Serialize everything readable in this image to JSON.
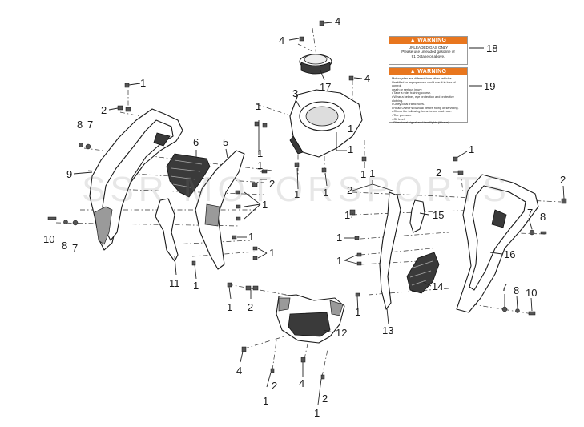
{
  "watermark": "SSR MOTORSPORTS",
  "warning_label_18": {
    "header": "▲ WARNING",
    "lines": [
      "UNLEADED GAS ONLY",
      "Please use unleaded gasoline of",
      "91 Octane or above."
    ]
  },
  "warning_label_19": {
    "header": "▲ WARNING",
    "lines": [
      "Motorcycles are different from other vehicles.",
      "Unskilled or improper use could result in loss of control,",
      "death or serious injury.",
      "• Take a rider training course.",
      "• Wear a helmet, eye protection and protective clothing.",
      "• Obey local traffic rules.",
      "• Read Owner's Manual before riding or servicing.",
      "• Check the following items before each use:",
      "  - Tire pressure",
      "  - Oil level",
      "  - Directional signal and headlights (if have)"
    ]
  },
  "callouts": {
    "c1": "1",
    "c2": "2",
    "c3": "3",
    "c4": "4",
    "c5": "5",
    "c6": "6",
    "c7": "7",
    "c8": "8",
    "c9": "9",
    "c10": "10",
    "c11": "11",
    "c12": "12",
    "c13": "13",
    "c14": "14",
    "c15": "15",
    "c16": "16",
    "c17": "17",
    "c18": "18",
    "c19": "19"
  }
}
